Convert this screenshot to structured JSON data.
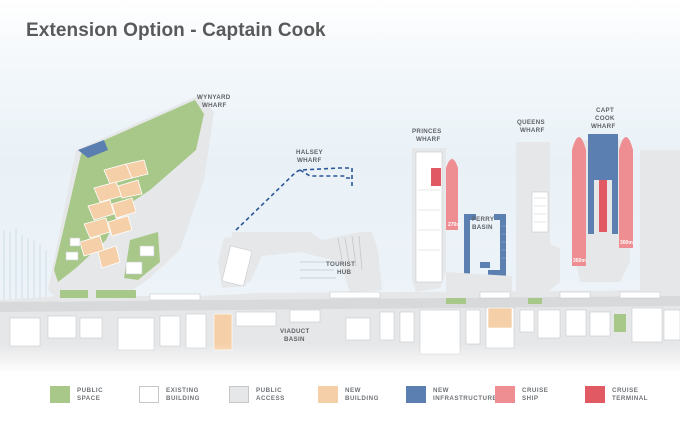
{
  "title": "Extension Option - Captain Cook",
  "labels": {
    "wynyard_1": "WYNYARD",
    "wynyard_2": "WHARF",
    "halsey_1": "HALSEY",
    "halsey_2": "WHARF",
    "princes_1": "PRINCES",
    "princes_2": "WHARF",
    "queens_1": "QUEENS",
    "queens_2": "WHARF",
    "capt_1": "CAPT",
    "capt_2": "COOK",
    "capt_3": "WHARF",
    "ferry_1": "FERRY",
    "ferry_2": "BASIN",
    "tourist_1": "TOURIST",
    "tourist_2": "HUB",
    "viaduct_1": "VIADUCT",
    "viaduct_2": "BASIN"
  },
  "ships": {
    "small": "270m",
    "large": "300m",
    "medium": "350m"
  },
  "legend": [
    {
      "line1": "PUBLIC",
      "line2": "SPACE",
      "color": "#a8c889",
      "icon": "public-space-swatch"
    },
    {
      "line1": "EXISTING",
      "line2": "BUILDING",
      "color": "#ffffff",
      "icon": "existing-building-swatch"
    },
    {
      "line1": "PUBLIC",
      "line2": "ACCESS",
      "color": "#e6e7e8",
      "icon": "public-access-swatch"
    },
    {
      "line1": "NEW",
      "line2": "BUILDING",
      "color": "#f5cfa8",
      "icon": "new-building-swatch"
    },
    {
      "line1": "NEW",
      "line2": "INFRASTRUCTURE",
      "color": "#5a7fb0",
      "icon": "new-infrastructure-swatch"
    },
    {
      "line1": "CRUISE",
      "line2": "SHIP",
      "color": "#ee8e92",
      "icon": "cruise-ship-swatch"
    },
    {
      "line1": "CRUISE",
      "line2": "TERMINAL",
      "color": "#e15a63",
      "icon": "cruise-terminal-swatch"
    }
  ],
  "colors": {
    "water_light": "#eef4f8",
    "public_access": "#e6e7e8",
    "public_space": "#a8c889",
    "new_infrastructure": "#5a7fb0",
    "cruise_ship": "#ee8e92",
    "cruise_terminal": "#e15a63",
    "new_building": "#f5cfa8"
  }
}
